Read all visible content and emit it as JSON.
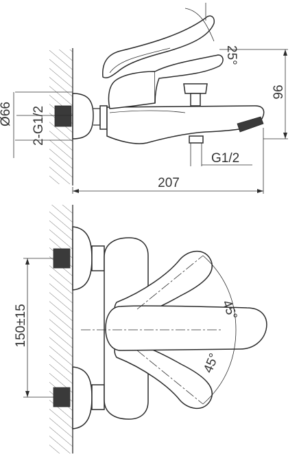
{
  "labels": {
    "angle_lever": "25°",
    "height": "96",
    "diameter": "Ø66",
    "thread_wall": "2-G1/2",
    "thread_outlet": "G1/2",
    "length": "207",
    "center_distance": "150±15",
    "angle_top": "45°",
    "angle_bottom": "45°"
  }
}
